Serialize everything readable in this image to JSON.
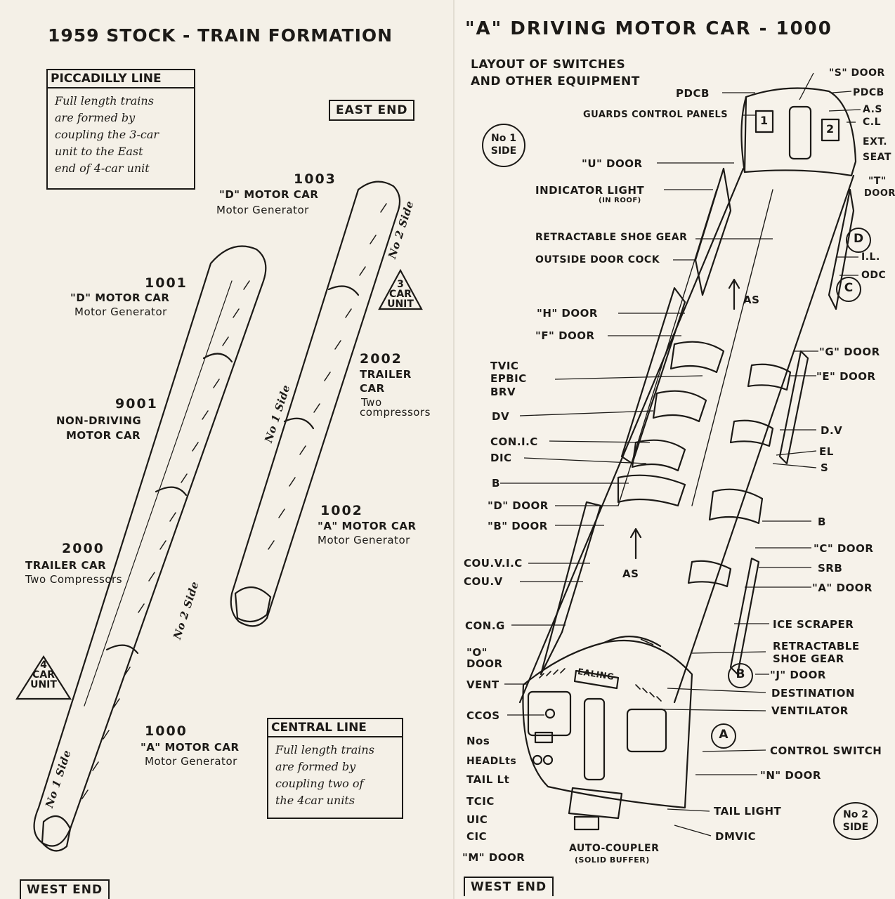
{
  "left": {
    "title": "1959 STOCK - TRAIN FORMATION",
    "piccadilly_box": {
      "heading": "PICCADILLY LINE",
      "lines": [
        "Full length trains",
        "are formed by",
        "coupling the 3-car",
        "unit to the East",
        "end of 4-car unit"
      ]
    },
    "east_end": "EAST END",
    "west_end": "WEST END",
    "cars": [
      {
        "number": "1003",
        "type": "\"D\" MOTOR CAR",
        "equipment": "Motor Generator"
      },
      {
        "number": "1001",
        "type": "\"D\" MOTOR CAR",
        "equipment": "Motor Generator"
      },
      {
        "number": "2002",
        "type": "TRAILER",
        "type2": "CAR",
        "equipment": "Two",
        "equipment2": "compressors"
      },
      {
        "number": "9001",
        "type": "NON-DRIVING",
        "equipment": "MOTOR CAR"
      },
      {
        "number": "1002",
        "type": "\"A\" MOTOR CAR",
        "equipment": "Motor Generator"
      },
      {
        "number": "2000",
        "type": "TRAILER CAR",
        "equipment": "Two Compressors"
      },
      {
        "number": "1000",
        "type": "\"A\" MOTOR CAR",
        "equipment": "Motor Generator"
      }
    ],
    "side_labels": [
      "No 2 Side",
      "No 1 Side",
      "No 2 Side",
      "No 1 Side"
    ],
    "three_car": [
      "3",
      "CAR",
      "UNIT"
    ],
    "four_car": [
      "4",
      "CAR",
      "UNIT"
    ],
    "central_box": {
      "heading": "CENTRAL LINE",
      "lines": [
        "Full length trains",
        "are formed by",
        "coupling two of",
        "the 4car units"
      ]
    }
  },
  "right": {
    "title": "\"A\" DRIVING MOTOR CAR - 1000",
    "subtitle": [
      "LAYOUT OF SWITCHES",
      "AND OTHER EQUIPMENT"
    ],
    "side1": [
      "No 1",
      "SIDE"
    ],
    "side2": [
      "No 2",
      "SIDE"
    ],
    "west_end": "WEST END",
    "destination_sign": "EALING",
    "cab_numbers": [
      "1",
      "2"
    ],
    "circles": [
      "D",
      "C",
      "B",
      "A"
    ],
    "left_labels": [
      "PDCB",
      "GUARDS CONTROL PANELS",
      "\"U\" DOOR",
      "INDICATOR LIGHT",
      "(IN ROOF)",
      "RETRACTABLE SHOE GEAR",
      "OUTSIDE DOOR COCK",
      "\"H\" DOOR",
      "\"F\" DOOR",
      "TVIC",
      "EPBIC",
      "BRV",
      "DV",
      "CON.I.C",
      "DIC",
      "B",
      "\"D\" DOOR",
      "\"B\" DOOR",
      "COU.V.I.C",
      "COU.V",
      "CON.G",
      "\"O\"",
      "DOOR",
      "VENT",
      "CCOS",
      "Nos",
      "HEADLts",
      "TAIL Lt",
      "TCIC",
      "UIC",
      "CIC",
      "\"M\" DOOR"
    ],
    "right_labels": [
      "\"S\" DOOR",
      "PDCB",
      "A.S",
      "C.L",
      "EXT.",
      "SEAT",
      "\"T\"",
      "DOOR",
      "I.L.",
      "ODC",
      "\"G\" DOOR",
      "\"E\" DOOR",
      "D.V",
      "EL",
      "S",
      "B",
      "\"C\" DOOR",
      "SRB",
      "\"A\" DOOR",
      "ICE SCRAPER",
      "RETRACTABLE",
      "SHOE GEAR",
      "\"J\" DOOR",
      "DESTINATION",
      "VENTILATOR",
      "CONTROL SWITCH",
      "\"N\" DOOR",
      "TAIL LIGHT",
      "DMVIC"
    ],
    "interior_labels": [
      "AS",
      "AS"
    ],
    "bottom_label": [
      "AUTO-COUPLER",
      "(SOLID BUFFER)"
    ]
  }
}
